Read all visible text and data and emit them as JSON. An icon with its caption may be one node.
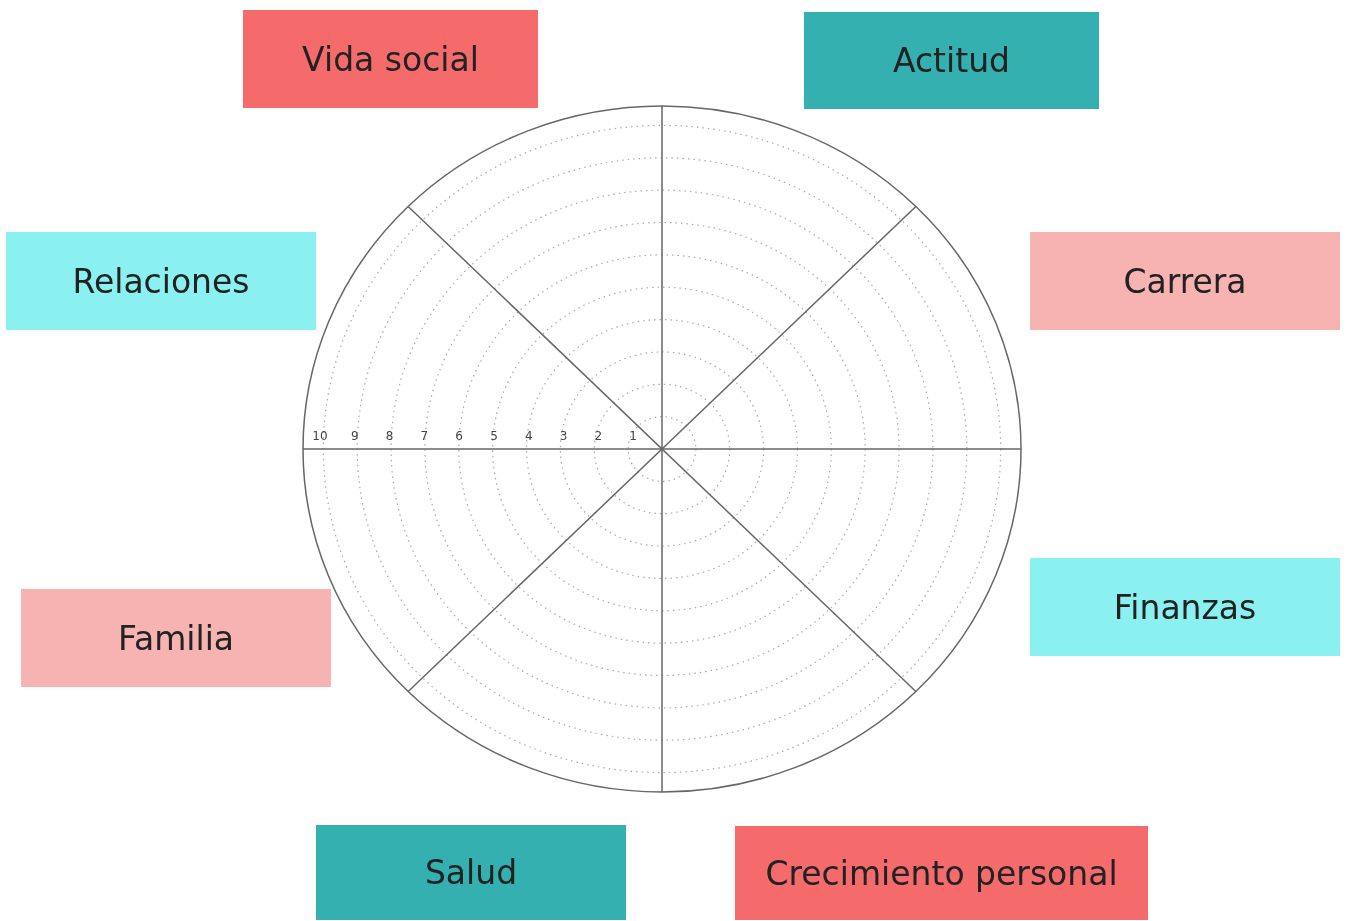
{
  "diagram": {
    "nodes": [
      {
        "text": [
          "Vida social"
        ]
      },
      {
        "text": [
          "Actitud"
        ]
      },
      {
        "text": [
          "Relaciones"
        ]
      },
      {
        "text": [
          "Carrera"
        ]
      },
      {
        "text": [
          "Familia"
        ]
      },
      {
        "text": [
          "Finanzas"
        ]
      },
      {
        "text": [
          "Salud"
        ]
      },
      {
        "text": [
          "Crecimiento personal"
        ]
      }
    ],
    "labels": [
      "10",
      "9",
      "8",
      "7",
      "6",
      "5",
      "4",
      "3",
      "2",
      "1"
    ]
  }
}
